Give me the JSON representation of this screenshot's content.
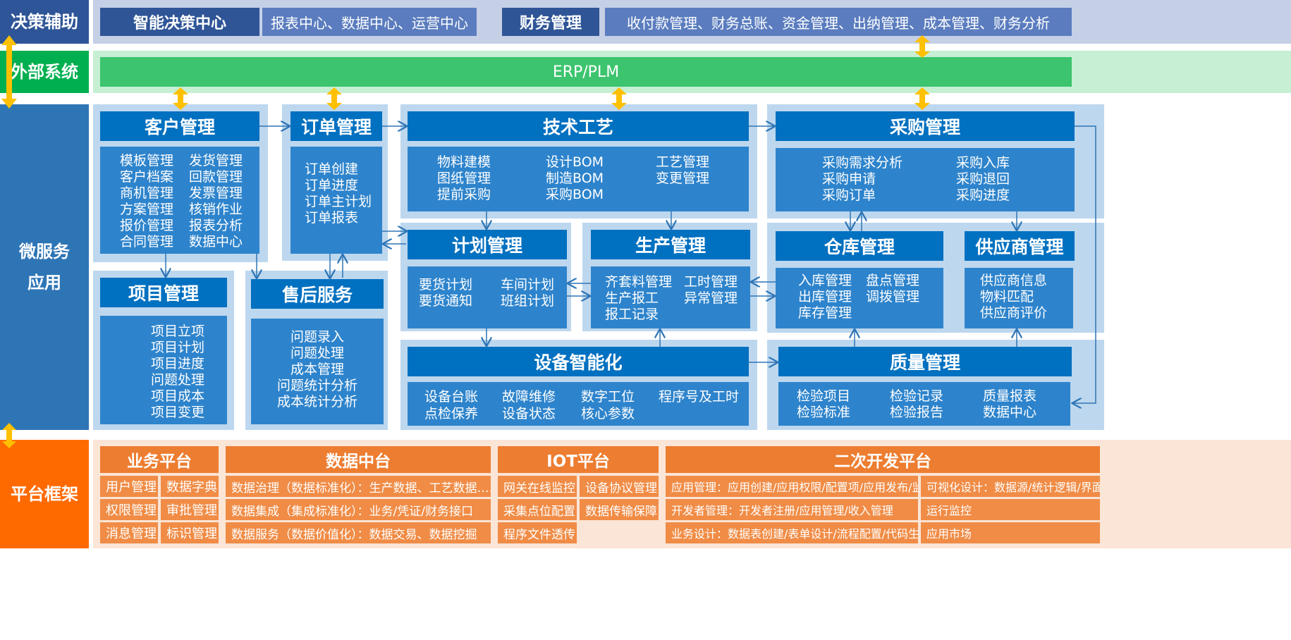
{
  "side": {
    "decision": "决策辅助",
    "external": "外部系统",
    "micro": "微服务\n应用",
    "platform": "平台框架"
  },
  "top": {
    "smart_title": "智能决策中心",
    "smart_desc": "报表中心、数据中心、运营中心",
    "finance_title": "财务管理",
    "finance_desc": "收付款管理、财务总账、资金管理、出纳管理、成本管理、财务分析"
  },
  "erp": "ERP/PLM",
  "modules": {
    "customer": {
      "title": "客户管理",
      "items": [
        "模板管理",
        "发货管理",
        "客户档案",
        "回款管理",
        "商机管理",
        "发票管理",
        "方案管理",
        "核销作业",
        "报价管理",
        "报表分析",
        "合同管理",
        "数据中心"
      ]
    },
    "order": {
      "title": "订单管理",
      "items": [
        "订单创建",
        "订单进度",
        "订单主计划",
        "订单报表"
      ]
    },
    "tech": {
      "title": "技术工艺",
      "items": [
        "物料建模",
        "设计BOM",
        "工艺管理",
        "图纸管理",
        "制造BOM",
        "变更管理",
        "提前采购",
        "采购BOM"
      ]
    },
    "purchase": {
      "title": "采购管理",
      "items": [
        "采购需求分析",
        "采购入库",
        "采购申请",
        "采购退回",
        "采购订单",
        "采购进度"
      ]
    },
    "project": {
      "title": "项目管理",
      "items": [
        "项目立项",
        "项目计划",
        "项目进度",
        "问题处理",
        "项目成本",
        "项目变更"
      ]
    },
    "aftersale": {
      "title": "售后服务",
      "items": [
        "问题录入",
        "问题处理",
        "成本管理",
        "问题统计分析",
        "成本统计分析"
      ]
    },
    "plan": {
      "title": "计划管理",
      "items": [
        "要货计划",
        "车间计划",
        "要货通知",
        "班组计划"
      ]
    },
    "production": {
      "title": "生产管理",
      "items": [
        "齐套料管理",
        "工时管理",
        "生产报工",
        "异常管理",
        "报工记录"
      ]
    },
    "warehouse": {
      "title": "仓库管理",
      "items": [
        "入库管理",
        "盘点管理",
        "出库管理",
        "调拨管理",
        "库存管理"
      ]
    },
    "supplier": {
      "title": "供应商管理",
      "items": [
        "供应商信息",
        "物料匹配",
        "供应商评价"
      ]
    },
    "equipment": {
      "title": "设备智能化",
      "items": [
        "设备台账",
        "故障维修",
        "数字工位",
        "程序号及工时",
        "点检保养",
        "设备状态",
        "核心参数"
      ]
    },
    "quality": {
      "title": "质量管理",
      "items": [
        "检验项目",
        "检验记录",
        "质量报表",
        "检验标准",
        "检验报告",
        "数据中心"
      ]
    }
  },
  "platform": {
    "biz": {
      "title": "业务平台",
      "cells": [
        "用户管理",
        "数据字典",
        "权限管理",
        "审批管理",
        "消息管理",
        "标识管理"
      ]
    },
    "data": {
      "title": "数据中台",
      "cells": [
        "数据治理（数据标准化）：生产数据、工艺数据……",
        "数据集成（集成标准化）：业务/凭证/财务接口",
        "数据服务（数据价值化）：数据交易、数据挖掘"
      ]
    },
    "iot": {
      "title": "IOT平台",
      "cells": [
        "网关在线监控",
        "设备协议管理",
        "采集点位配置",
        "数据传输保障",
        "程序文件透传"
      ]
    },
    "dev": {
      "title": "二次开发平台",
      "cells": [
        "应用管理：应用创建/应用权限/配置项/应用发布/监控",
        "可视化设计：数据源/统计逻辑/界面",
        "开发者管理：开发者注册/应用管理/收入管理",
        "运行监控",
        "业务设计：数据表创建/表单设计/流程配置/代码生成",
        "应用市场"
      ]
    }
  },
  "colors": {
    "side_dark": "#2e5597",
    "side_green": "#00b050",
    "side_blue": "#2e75b6",
    "side_orange": "#ff6a00",
    "header_blue": "#0070c0",
    "erp_green": "#3cc46e",
    "arrow_yellow": "#ffc000"
  }
}
